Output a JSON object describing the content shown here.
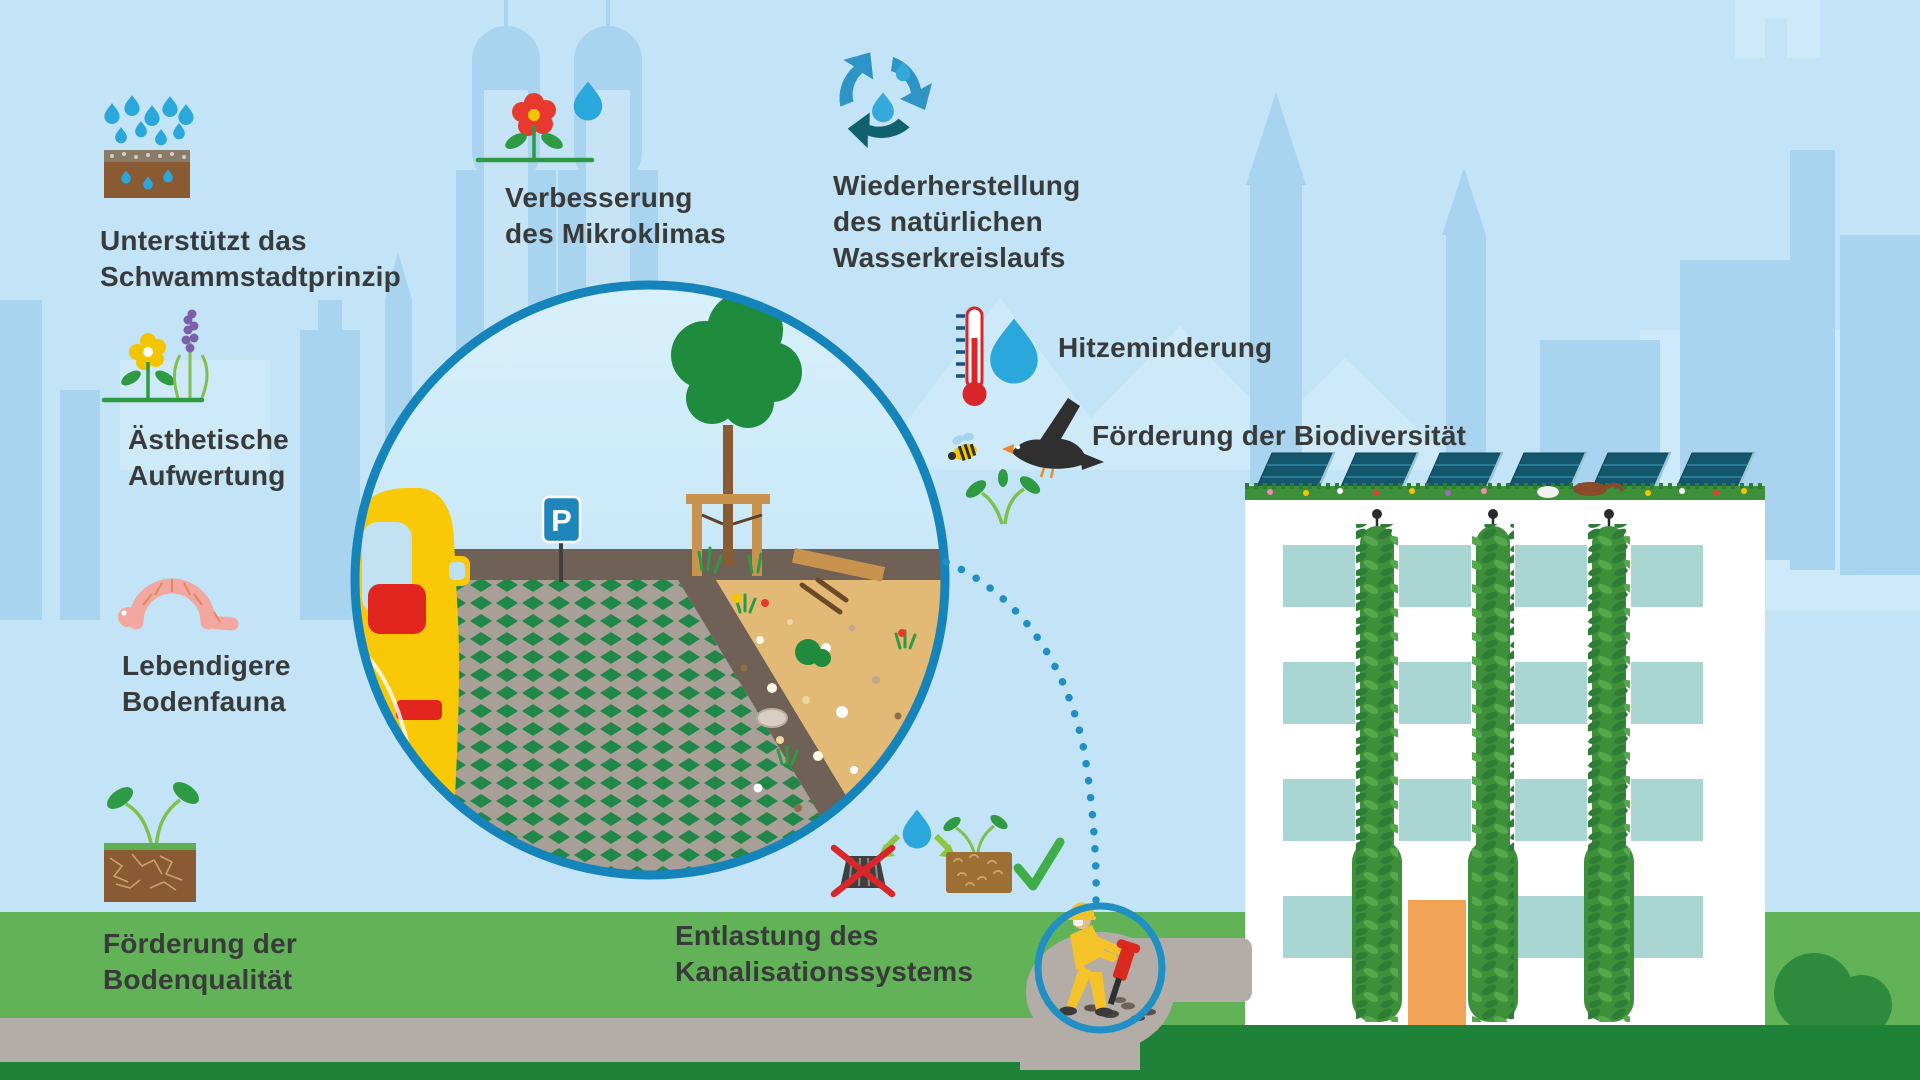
{
  "benefits": {
    "sponge": {
      "label": "Unterstützt das\nSchwammstadtprinzip"
    },
    "aesthetic": {
      "label": "Ästhetische\nAufwertung"
    },
    "soil_fauna": {
      "label": "Lebendigere\nBodenfauna"
    },
    "soil_quality": {
      "label": "Förderung der\nBodenqualität"
    },
    "microclimate": {
      "label": "Verbesserung\ndes Mikroklimas"
    },
    "water_cycle": {
      "label": "Wiederherstellung\ndes natürlichen\nWasserkreislaufs"
    },
    "heat": {
      "label": "Hitzeminderung"
    },
    "biodiversity": {
      "label": "Förderung der Biodiversität"
    },
    "sewer": {
      "label": "Entlastung des\nKanalisationssystems"
    }
  },
  "parking_sign": {
    "letter": "P"
  },
  "icons": {
    "rain_soil": "rain-infiltration-icon",
    "meadow_flowers": "meadow-flowers-icon",
    "earthworm": "earthworm-icon",
    "sprout_soil": "sprout-soil-icon",
    "flower_drop": "flower-drop-icon",
    "water_recycling": "water-recycling-icon",
    "thermometer_drop": "thermometer-drop-icon",
    "bee": "bee-icon",
    "blackbird": "blackbird-icon",
    "sprout": "sprout-icon",
    "raindrop_arrows": "raindrop-arrows-icon",
    "no_drain": "no-storm-drain-icon",
    "soil_check": "soil-check-icon",
    "parking": "parking-sign",
    "magnifier": "detail-circle",
    "worker": "worker-jackhammer-icon"
  },
  "colors": {
    "sky": "#C3E3F6",
    "skyline": "#A9D4EF",
    "skyline_light": "#CEE9F8",
    "accent_teal": "#1584BA",
    "dotted_teal": "#1F8FC4",
    "grass": "#62B257",
    "grass_dark": "#1E8238",
    "path_gray": "#B3ACA7",
    "text": "#383B3A",
    "building": "#FFFFFF",
    "window": "#A9D6D2",
    "door": "#F0A357",
    "car_yellow": "#F9C908",
    "taillight_red": "#E0261F",
    "paver_green": "#1F8748",
    "paver_base": "#A89F96",
    "gravel_tan": "#E2B975",
    "curb_brown": "#6F6156",
    "soil_brown": "#8A5A33",
    "drop_blue": "#2AA7DB",
    "recycle_dark": "#11606E",
    "recycle_blue": "#2E94C5",
    "warning_red": "#D8262A",
    "vine_green": "#3E8F3A",
    "solar_panel": "#14576D",
    "worker_yellow": "#F4C32A",
    "arrow_green": "#8CC63F",
    "check_green": "#3FAE49",
    "worm_pink": "#F2A8A0",
    "flower_yellow": "#F5C400",
    "flower_red": "#E8392E",
    "leaf_green": "#2E9B44",
    "wood": "#C8934F"
  }
}
